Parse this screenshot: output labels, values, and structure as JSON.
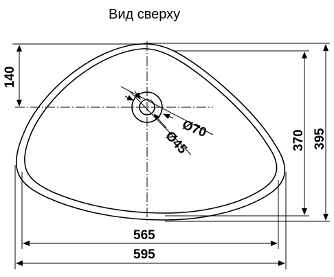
{
  "view_title": "Вид сверху",
  "dimensions": {
    "depth_to_drain": "140",
    "inner_depth": "370",
    "outer_depth": "395",
    "inner_width": "565",
    "outer_width": "595",
    "drain_outer_diameter": "Ø70",
    "drain_inner_diameter": "Ø45"
  }
}
